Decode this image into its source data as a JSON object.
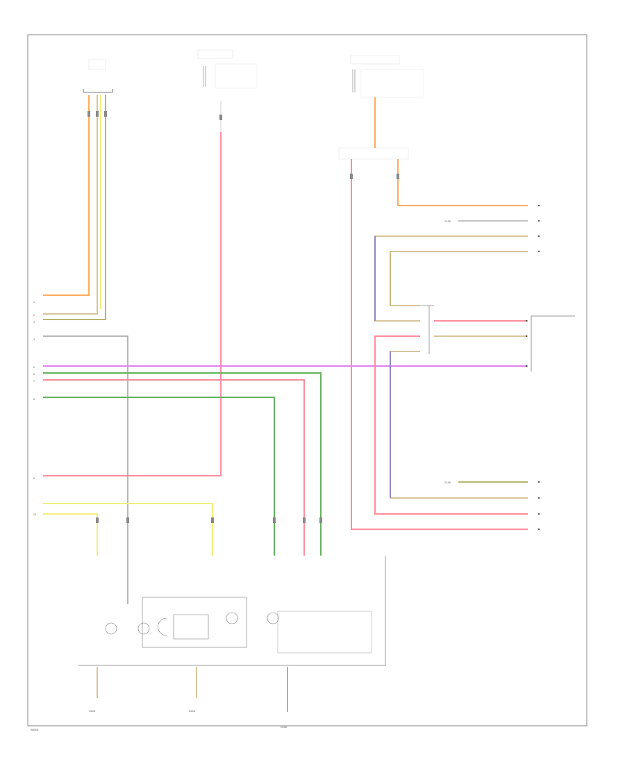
{
  "colors": {
    "frame": "#9a9a9a",
    "orange": "#ffab5c",
    "tan": "#d8c49a",
    "yellow": "#f2ee7e",
    "pink": "#ff8c9c",
    "violet": "#e37ff0",
    "green": "#63b25e",
    "olive": "#b9b56a",
    "blue": "#5b5fd6",
    "gray": "#9e9e9e",
    "dark": "#555555"
  },
  "labels": {
    "left_pin_1": "1",
    "left_pin_2": "2",
    "left_pin_3": "3",
    "left_pin_4": "4",
    "left_pin_5": "5",
    "left_pin_6": "6",
    "left_pin_7": "7",
    "left_pin_8": "8",
    "left_pin_9": "9",
    "left_pin_10": "10",
    "ground_1": "G106",
    "ground_2": "G106",
    "ground_3": "G106",
    "ground_right_1": "G106",
    "ground_right_2": "G106",
    "bottom_left_id": "W6006"
  }
}
